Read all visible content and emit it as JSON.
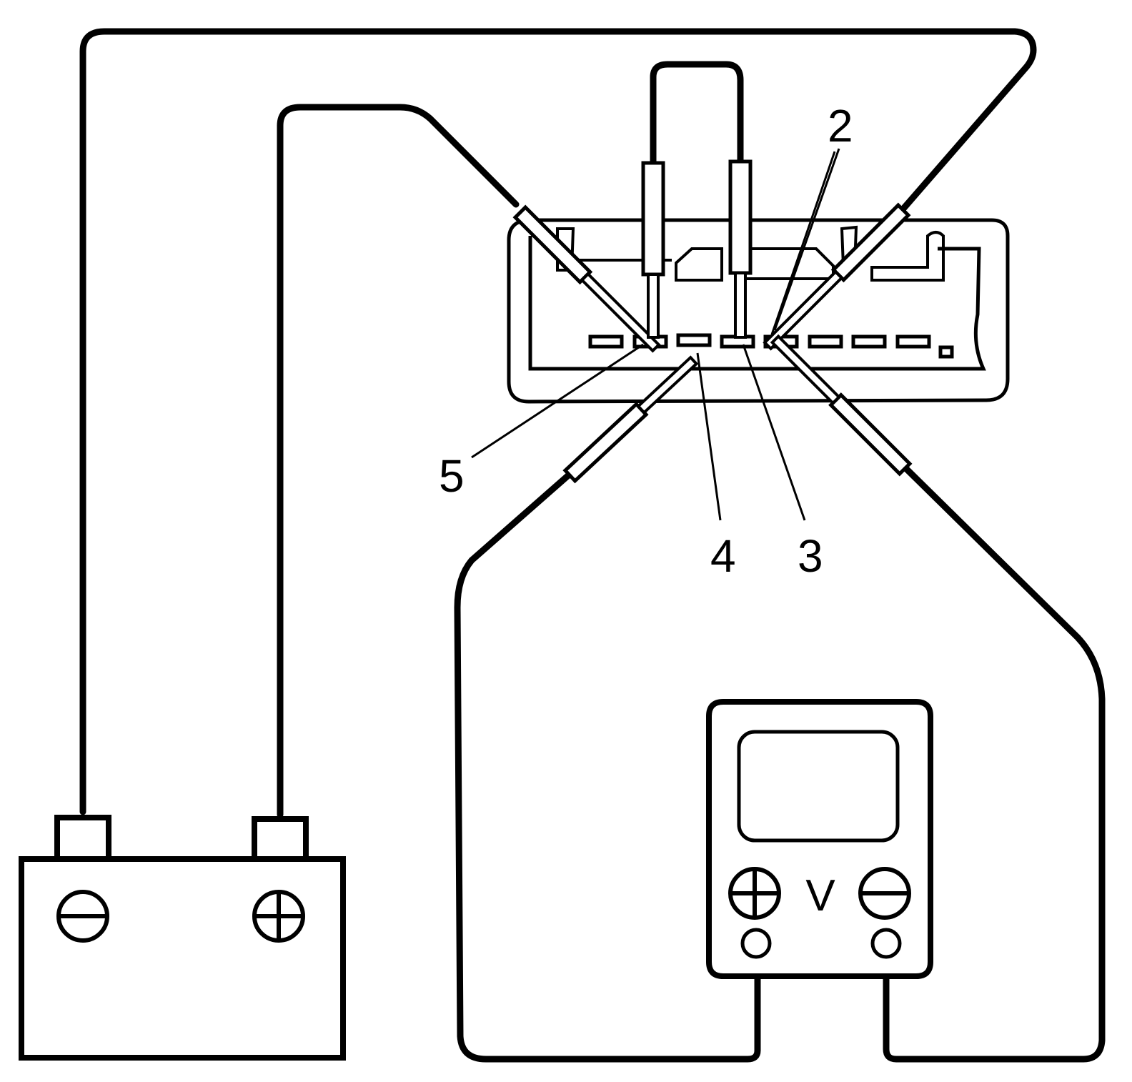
{
  "callouts": {
    "pin_2": "2",
    "pin_3": "3",
    "pin_4": "4",
    "pin_5": "5"
  },
  "voltmeter": {
    "symbol": "V"
  },
  "colors": {
    "line": "#000000",
    "background": "#ffffff"
  },
  "icons": {
    "battery_negative": "minus-circle-icon",
    "battery_positive": "plus-circle-icon",
    "meter_positive": "plus-circle-icon",
    "meter_negative": "minus-circle-icon"
  }
}
